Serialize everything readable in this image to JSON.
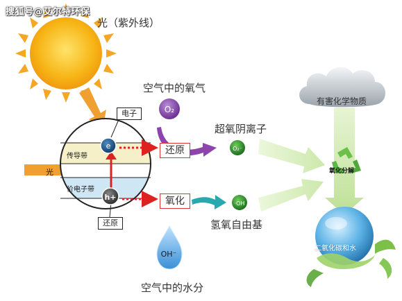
{
  "watermark": "搜狐号@艾尔特环保",
  "labels": {
    "uv_light": "光（紫外线）",
    "oxygen_in_air": "空气中的氧气",
    "superoxide_ion": "超氧阴离子",
    "hydroxyl_radical": "氢氧自由基",
    "water_in_air": "空气中的水分",
    "harmful_substances": "有害化学物质",
    "oxidative_decomposition": "氧化分解",
    "co2_and_water": "二氧化碳和水",
    "light": "光",
    "electron": "电子",
    "conduction_band": "传导带",
    "valence_band": "价电子带",
    "reduction_top": "还原",
    "reduction_bottom": "还原",
    "oxidation": "氧化"
  },
  "symbols": {
    "o2": "O₂",
    "electron": "e",
    "hole": "h+",
    "superoxide": "O₂⁻",
    "hydroxyl": "·OH",
    "hydroxide": "OH⁻"
  },
  "colors": {
    "sun": "#f7b516",
    "sun_rays": "#f5a623",
    "arrow_orange": "#f0a030",
    "conduction_band": "#f5f0c8",
    "valence_band": "#cfe6f5",
    "o2_circle": "#8e44ad",
    "electron_circle": "#1f5a8c",
    "hole_circle": "#4a4a4a",
    "green_radical": "#3a9a3a",
    "water_drop": "#5aa9e6",
    "cloud": "#9ea5ad",
    "recycle": "#6cc04a",
    "globe": "#4fa3d9",
    "red_dotted": "#d22",
    "purple_arrow": "#8e44ad",
    "teal_arrow": "#2aa8b0"
  }
}
